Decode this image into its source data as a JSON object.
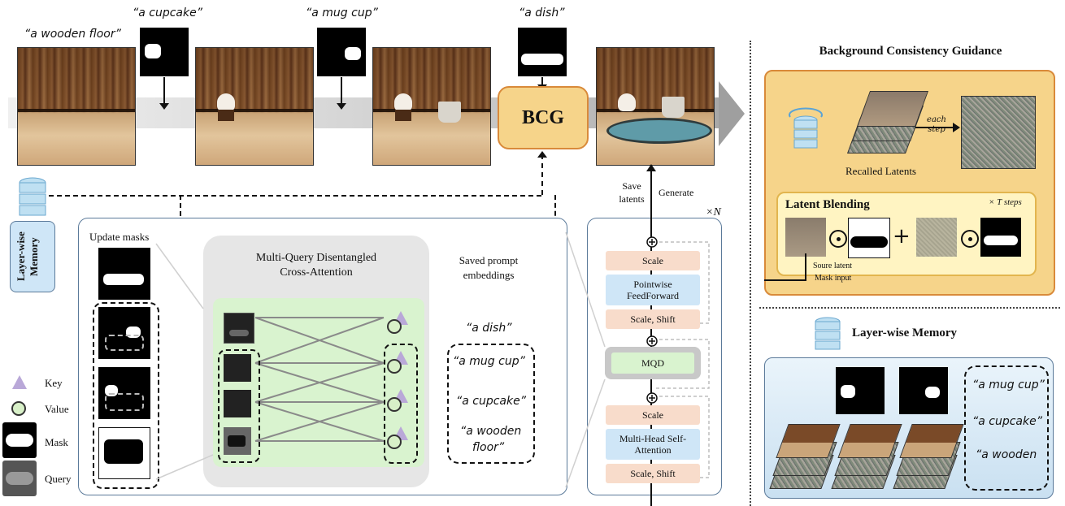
{
  "prompts": {
    "floor": "“a wooden floor”",
    "cupcake": "“a cupcake”",
    "mug": "“a mug cup”",
    "dish": "“a dish”"
  },
  "bcg_label": "BCG",
  "save_latents": "Save\nlatents",
  "generate": "Generate",
  "times_n": "×N",
  "memory_side": "Layer-wise Memory",
  "update_masks": "Update masks",
  "mqd": {
    "title_line1": "Multi-Query Disentangled",
    "title_line2": "Cross-Attention"
  },
  "saved_prompts": {
    "title_line1": "Saved prompt",
    "title_line2": "embeddings",
    "items": [
      "“a dish”",
      "“a mug cup”",
      "“a cupcake”",
      "“a wooden",
      "floor”"
    ]
  },
  "legend": {
    "key": "Key",
    "value": "Value",
    "mask": "Mask",
    "query": "Query"
  },
  "block": {
    "scale_top": "Scale",
    "ffn": "Pointwise FeedForward",
    "scale_shift_top": "Scale, Shift",
    "mqd": "MQD",
    "scale_bottom": "Scale",
    "mhsa": "Multi-Head Self-Attention",
    "scale_shift_bottom": "Scale, Shift"
  },
  "bcg_panel": {
    "title": "Background Consistency Guidance",
    "each_step": "each step",
    "recalled": "Recalled Latents",
    "blend_title": "Latent Blending",
    "t_steps": "× T steps",
    "source_latent": "Soure latent",
    "mask_input": "Mask input"
  },
  "memory_panel": {
    "title": "Layer-wise Memory",
    "items": [
      "“a mug cup”",
      "“a cupcake”",
      "“a wooden"
    ]
  },
  "colors": {
    "accent_orange": "#f6d48a",
    "border_blue": "#5b7a9a",
    "mqd_green": "#d9f3cf"
  }
}
